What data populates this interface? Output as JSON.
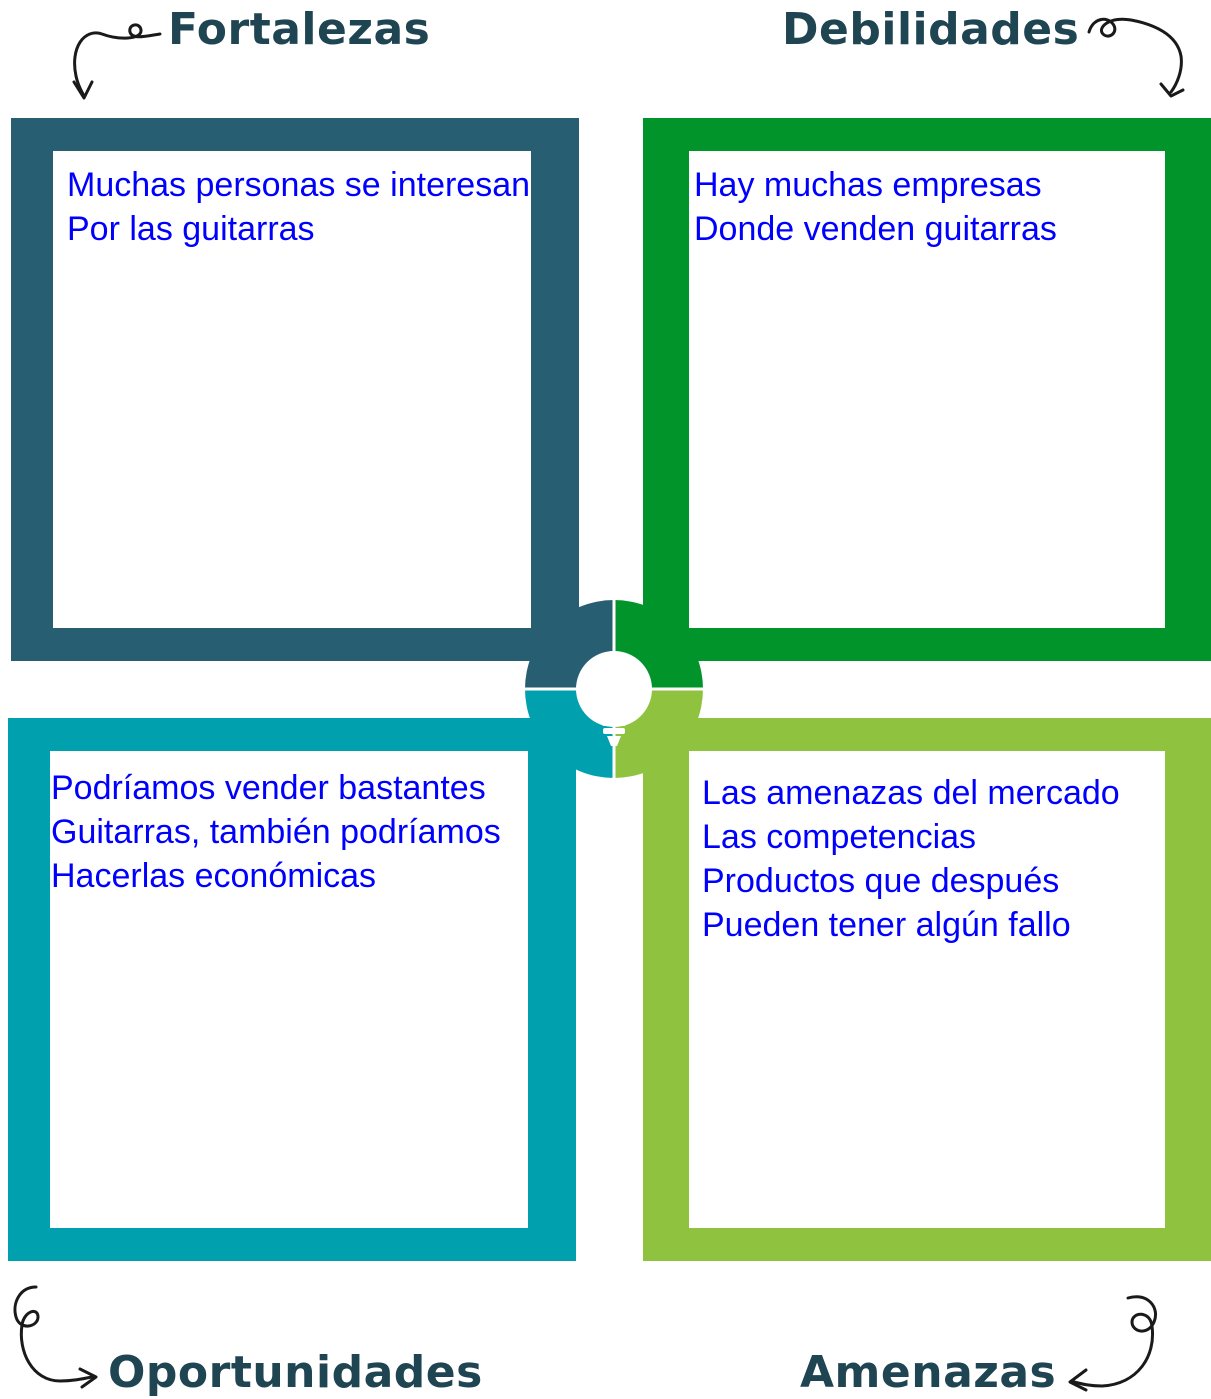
{
  "colors": {
    "heading": "#1f4452",
    "fortalezas": "#275e71",
    "debilidades": "#00942a",
    "oportunidades": "#00a0ae",
    "amenazas": "#8fc33f",
    "note_text": "#0000ff"
  },
  "quadrants": {
    "fortalezas": {
      "title": "Fortalezas",
      "lines": [
        "Muchas personas se interesan",
        "Por las guitarras"
      ]
    },
    "debilidades": {
      "title": "Debilidades",
      "lines": [
        "Hay muchas empresas",
        "Donde venden guitarras"
      ]
    },
    "oportunidades": {
      "title": "Oportunidades",
      "lines": [
        "Podríamos vender bastantes",
        "Guitarras, también podríamos",
        "Hacerlas económicas"
      ]
    },
    "amenazas": {
      "title": "Amenazas",
      "lines": [
        "Las amenazas del mercado",
        "Las competencias",
        "Productos que después",
        "Pueden tener algún fallo"
      ]
    }
  },
  "icons": {
    "hub": "lightbulb-icon",
    "arrows": "curly-arrow-icon"
  }
}
